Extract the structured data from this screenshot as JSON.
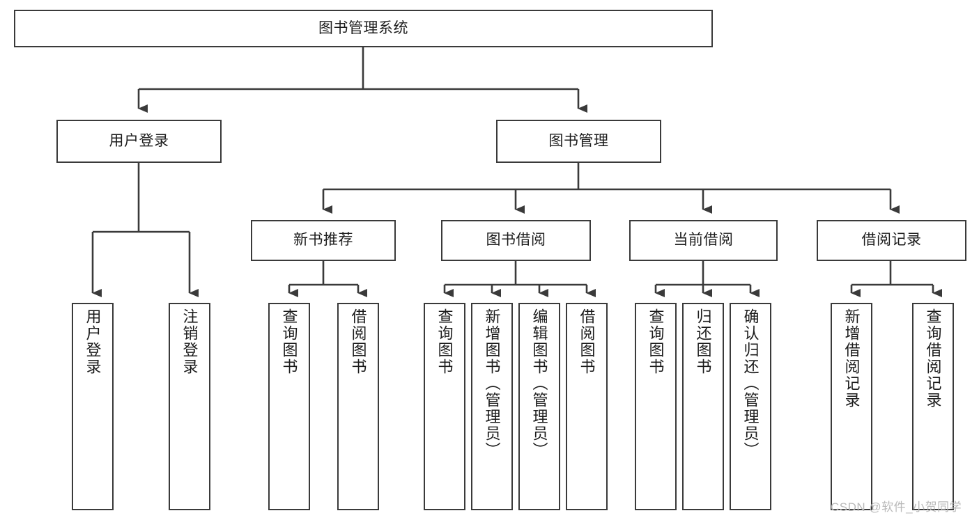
{
  "diagram": {
    "title": "图书管理系统",
    "watermark": "CSDN @软件_小贺同学",
    "line_color": "#3a3a3a",
    "box_fill": "#ffffff",
    "text_color": "#1c1c1c",
    "nodes": {
      "root": "图书管理系统",
      "user_login": "用户登录",
      "book_manage": "图书管理",
      "new_book_rec": "新书推荐",
      "book_borrow": "图书借阅",
      "current_borrow": "当前借阅",
      "borrow_record": "借阅记录",
      "leaf_user_login": "用户登录",
      "leaf_logout": "注销登录",
      "leaf_query_book_1": "查询图书",
      "leaf_borrow_book_1": "借阅图书",
      "leaf_query_book_2": "查询图书",
      "leaf_add_book_admin": "新增图书（管理员）",
      "leaf_edit_book_admin": "编辑图书（管理员）",
      "leaf_borrow_book_2": "借阅图书",
      "leaf_query_book_3": "查询图书",
      "leaf_return_book": "归还图书",
      "leaf_confirm_return_admin": "确认归还（管理员）",
      "leaf_add_record": "新增借阅记录",
      "leaf_query_record": "查询借阅记录"
    }
  }
}
